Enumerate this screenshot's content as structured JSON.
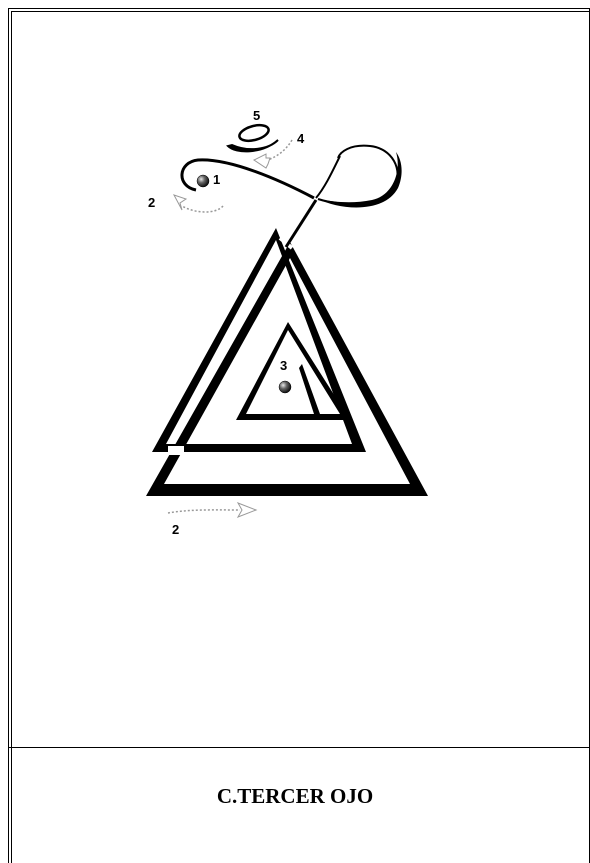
{
  "diagram": {
    "labels": {
      "point1": "1",
      "arrow2_top": "2",
      "point3": "3",
      "arrow4": "4",
      "point5": "5",
      "arrow2_bottom": "2"
    }
  },
  "caption": "C.TERCER OJO",
  "colors": {
    "ink": "#000000",
    "arrow": "#999999"
  }
}
